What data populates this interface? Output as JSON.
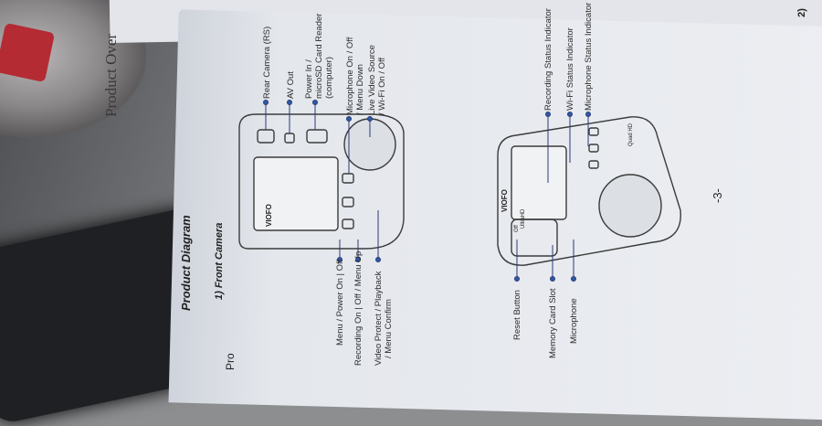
{
  "heading": {
    "section": "Product Diagram",
    "subsection": "1) Front Camera",
    "partial_left": "Pro",
    "partial_top": "Product Over",
    "partial_right": "2)"
  },
  "labels": {
    "rear_camera": "Rear Camera (RS)",
    "av_out": "AV Out",
    "power_in": "Power In /",
    "microsd_card_reader": "microSD Card Reader",
    "computer": "(computer)",
    "microphone_on_off": "Microphone On / Off",
    "menu_down": "/ Menu Down",
    "live_video_source": "Live Video Source",
    "wifi_on_off": "/ Wi-Fi On / Off",
    "menu_power": "Menu / Power On | Off",
    "recording_menu_up": "Recording On | Off / Menu Up",
    "video_protect": "Video Protect / Playback",
    "menu_confirm": "/ Menu Confirm",
    "recording_status_indicator": "Recording Status Indicator",
    "wifi_status_indicator": "Wi-Fi Status Indicator",
    "microphone_status_indicator": "Microphone Status Indicator",
    "reset_button": "Reset Button",
    "memory_card_slot": "Memory Card Slot",
    "microphone": "Microphone"
  },
  "device": {
    "brand": "VIOFO",
    "quad_hd": "Quad HD",
    "microsd": "UltraHD",
    "off": "Off"
  },
  "page_number": "-3-"
}
